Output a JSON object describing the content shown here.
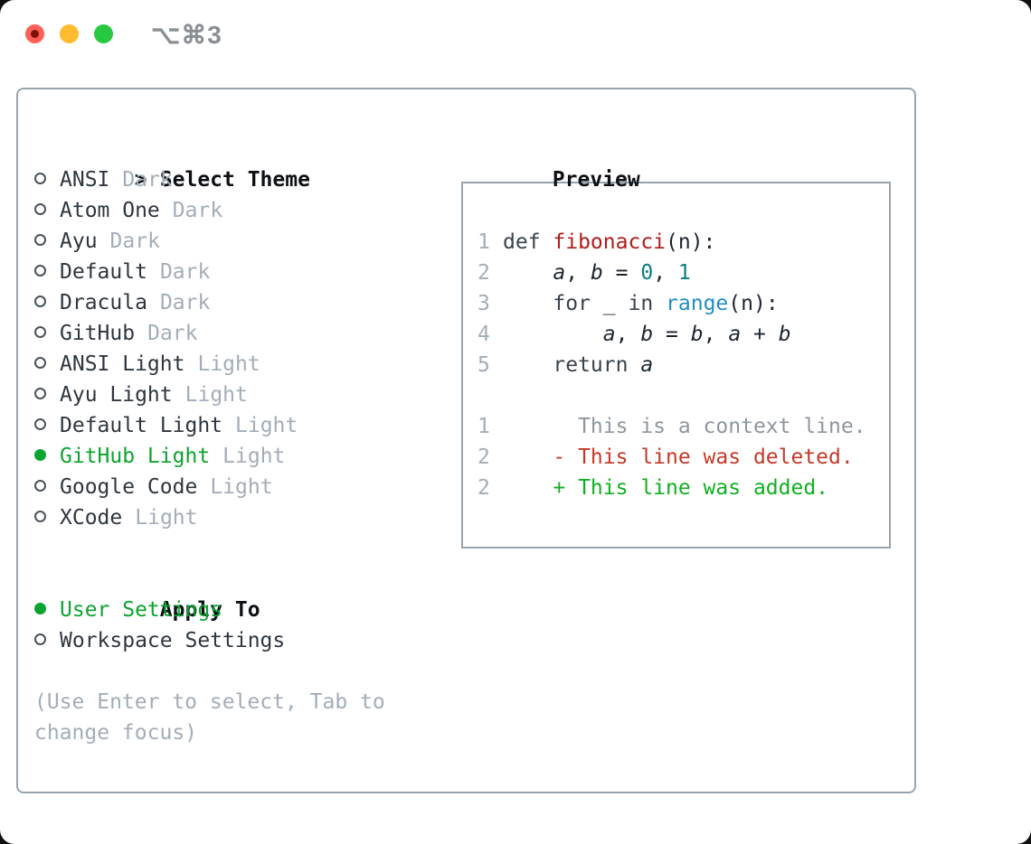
{
  "window": {
    "shortcut_label": "⌥⌘3"
  },
  "traffic_lights": {
    "close_color": "#ff5f57",
    "minimize_color": "#febc2e",
    "zoom_color": "#28c840"
  },
  "colors": {
    "accent_green": "#0ca42e",
    "muted_gray": "#a3adb8",
    "border_gray": "#99a3ae",
    "diff_red": "#c33a28",
    "diff_green": "#10b022"
  },
  "theme_panel": {
    "title_prefix": ">",
    "title": "Select Theme",
    "items": [
      {
        "name": "ANSI",
        "variant": "Dark",
        "selected": false
      },
      {
        "name": "Atom One",
        "variant": "Dark",
        "selected": false
      },
      {
        "name": "Ayu",
        "variant": "Dark",
        "selected": false
      },
      {
        "name": "Default",
        "variant": "Dark",
        "selected": false
      },
      {
        "name": "Dracula",
        "variant": "Dark",
        "selected": false
      },
      {
        "name": "GitHub",
        "variant": "Dark",
        "selected": false
      },
      {
        "name": "ANSI Light",
        "variant": "Light",
        "selected": false
      },
      {
        "name": "Ayu Light",
        "variant": "Light",
        "selected": false
      },
      {
        "name": "Default Light",
        "variant": "Light",
        "selected": false
      },
      {
        "name": "GitHub Light",
        "variant": "Light",
        "selected": true
      },
      {
        "name": "Google Code",
        "variant": "Light",
        "selected": false
      },
      {
        "name": "XCode",
        "variant": "Light",
        "selected": false
      }
    ],
    "apply_to": {
      "title": "Apply To",
      "options": [
        {
          "label": "User Settings",
          "selected": true
        },
        {
          "label": "Workspace Settings",
          "selected": false
        }
      ]
    },
    "hint": "(Use Enter to select, Tab to change focus)"
  },
  "preview": {
    "title": "Preview",
    "code_lines": [
      {
        "num": "1",
        "segments": [
          {
            "text": "def ",
            "style": "keyword"
          },
          {
            "text": "fibonacci",
            "style": "function"
          },
          {
            "text": "(n):",
            "style": "plain"
          }
        ]
      },
      {
        "num": "2",
        "segments": [
          {
            "text": "    ",
            "style": "plain"
          },
          {
            "text": "a",
            "style": "variable"
          },
          {
            "text": ", ",
            "style": "plain"
          },
          {
            "text": "b",
            "style": "variable"
          },
          {
            "text": " = ",
            "style": "plain"
          },
          {
            "text": "0",
            "style": "number"
          },
          {
            "text": ", ",
            "style": "plain"
          },
          {
            "text": "1",
            "style": "number"
          }
        ]
      },
      {
        "num": "3",
        "segments": [
          {
            "text": "    ",
            "style": "plain"
          },
          {
            "text": "for",
            "style": "keyword"
          },
          {
            "text": " _ ",
            "style": "plain"
          },
          {
            "text": "in",
            "style": "keyword"
          },
          {
            "text": " ",
            "style": "plain"
          },
          {
            "text": "range",
            "style": "builtin"
          },
          {
            "text": "(n):",
            "style": "plain"
          }
        ]
      },
      {
        "num": "4",
        "segments": [
          {
            "text": "        ",
            "style": "plain"
          },
          {
            "text": "a",
            "style": "variable"
          },
          {
            "text": ", ",
            "style": "plain"
          },
          {
            "text": "b",
            "style": "variable"
          },
          {
            "text": " = ",
            "style": "plain"
          },
          {
            "text": "b",
            "style": "variable"
          },
          {
            "text": ", ",
            "style": "plain"
          },
          {
            "text": "a",
            "style": "variable"
          },
          {
            "text": " + ",
            "style": "plain"
          },
          {
            "text": "b",
            "style": "variable"
          }
        ]
      },
      {
        "num": "5",
        "segments": [
          {
            "text": "    ",
            "style": "plain"
          },
          {
            "text": "return",
            "style": "keyword"
          },
          {
            "text": " ",
            "style": "plain"
          },
          {
            "text": "a",
            "style": "variable"
          }
        ]
      },
      {
        "num": "",
        "segments": []
      },
      {
        "num": "1",
        "segments": [
          {
            "text": "      This is a context line.",
            "style": "context"
          }
        ]
      },
      {
        "num": "2",
        "segments": [
          {
            "text": "    - This line was deleted.",
            "style": "deleted"
          }
        ]
      },
      {
        "num": "2",
        "segments": [
          {
            "text": "    + This line was added.",
            "style": "added"
          }
        ]
      }
    ]
  }
}
